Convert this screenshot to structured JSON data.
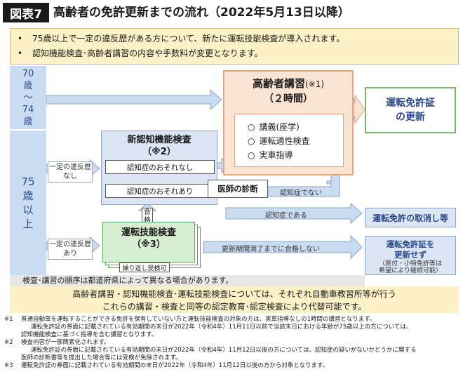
{
  "header": {
    "fig_label": "図表7",
    "title": "高齢者の免許更新までの流れ（2022年5月13日以降）"
  },
  "notice": {
    "items": [
      "75歳以上で一定の違反歴がある方について、新たに運転技能検査が導入されます。",
      "認知機能検査･高齢者講習の内容や手数料が変更となります。"
    ]
  },
  "age_groups": {
    "g70": [
      "70",
      "歳",
      "〜",
      "74",
      "歳"
    ],
    "g75": [
      "75",
      "歳",
      "以",
      "上"
    ]
  },
  "branch_labels": {
    "no_violation": [
      "一定の違反歴",
      "なし"
    ],
    "violation": [
      "一定の違反歴",
      "あり"
    ]
  },
  "lecture": {
    "title": "高齢者講習",
    "title_note": "(※1)",
    "duration": "（２時間）",
    "items": [
      "講義(座学)",
      "運転適性検査",
      "実車指導"
    ]
  },
  "renewal": {
    "lines": [
      "運転免許証",
      "の更新"
    ]
  },
  "cognitive_test": {
    "title": [
      "新認知機能検査",
      "（※2）"
    ],
    "result_no": "認知症のおそれなし",
    "result_yes": "認知症のおそれあり"
  },
  "doctor": {
    "label": "医師の診断",
    "not_dementia": "認知症でない",
    "is_dementia": "認知症である"
  },
  "pass_label": [
    "合",
    "格"
  ],
  "driving_test": {
    "title": [
      "運転技能検査",
      "（※3）"
    ],
    "retake": "繰り返し受検可",
    "fail": "更新期間満了までに合格しない"
  },
  "outcomes": {
    "revoke": "運転免許の取消し等",
    "no_renew_title": [
      "運転免許証を",
      "更新せず"
    ],
    "no_renew_note": [
      "（原付・小特免許等は",
      "希望により継続可能）"
    ]
  },
  "order_note": "検査･講習の順序は都道府県によって異なる場合があります。",
  "school_note": [
    "高齢者講習・認知機能検査･運転技能検査については、それぞれ自動車教習所等が行う",
    "これらの講習・検査と同等の認定教育･認定検査により代替可能です。"
  ],
  "footnotes": [
    {
      "mark": "※1",
      "lines": [
        "普通自動車を運転することができる免許を保有していない方と運転技能検査の対象の方は、実車指導なしの1時間の講習となります。",
        "運転免許証の券面に記載されている有効期間の末日が2022年（令和4年）11月11日以前で当該末日における年齢が75歳以上の方については、",
        "認知機能検査に基づく指導を含む講習となります。"
      ]
    },
    {
      "mark": "※2",
      "lines": [
        "検査内容が一部簡素化されます。",
        "運転免許証の券面に記載されている有効期間の末日が2022年（令和4年）11月12日以後の方については、認知症の疑いがないかどうかに関する",
        "医師の診断書等を提出した場合等には受検が免除されます。"
      ]
    },
    {
      "mark": "※3",
      "lines": [
        "運転免許証の券面に記載されている有効期間の末日が2022年（令和4年）11月12日以後の方から対象となります。"
      ]
    }
  ]
}
